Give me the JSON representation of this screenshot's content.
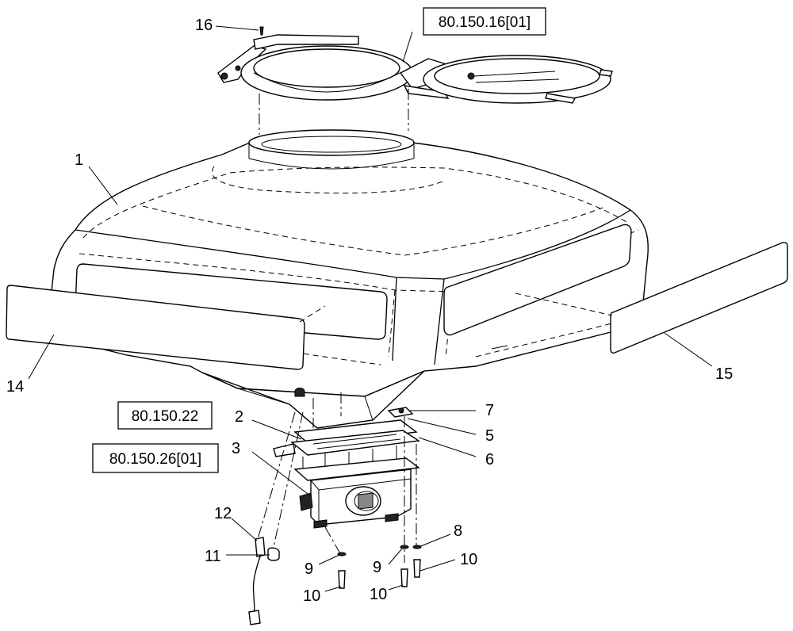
{
  "reference_boxes": [
    {
      "id": "ref-top",
      "label": "80.150.16[01]"
    },
    {
      "id": "ref-mid",
      "label": "80.150.22"
    },
    {
      "id": "ref-low",
      "label": "80.150.26[01]"
    }
  ],
  "callouts": [
    {
      "id": "c16",
      "label": "16"
    },
    {
      "id": "c1",
      "label": "1"
    },
    {
      "id": "c14",
      "label": "14"
    },
    {
      "id": "c15",
      "label": "15"
    },
    {
      "id": "c7",
      "label": "7"
    },
    {
      "id": "c5",
      "label": "5"
    },
    {
      "id": "c6",
      "label": "6"
    },
    {
      "id": "c2",
      "label": "2"
    },
    {
      "id": "c3",
      "label": "3"
    },
    {
      "id": "c12",
      "label": "12"
    },
    {
      "id": "c11",
      "label": "11"
    },
    {
      "id": "c9a",
      "label": "9"
    },
    {
      "id": "c9b",
      "label": "9"
    },
    {
      "id": "c8",
      "label": "8"
    },
    {
      "id": "c10a",
      "label": "10"
    },
    {
      "id": "c10b",
      "label": "10"
    },
    {
      "id": "c10c",
      "label": "10"
    }
  ]
}
